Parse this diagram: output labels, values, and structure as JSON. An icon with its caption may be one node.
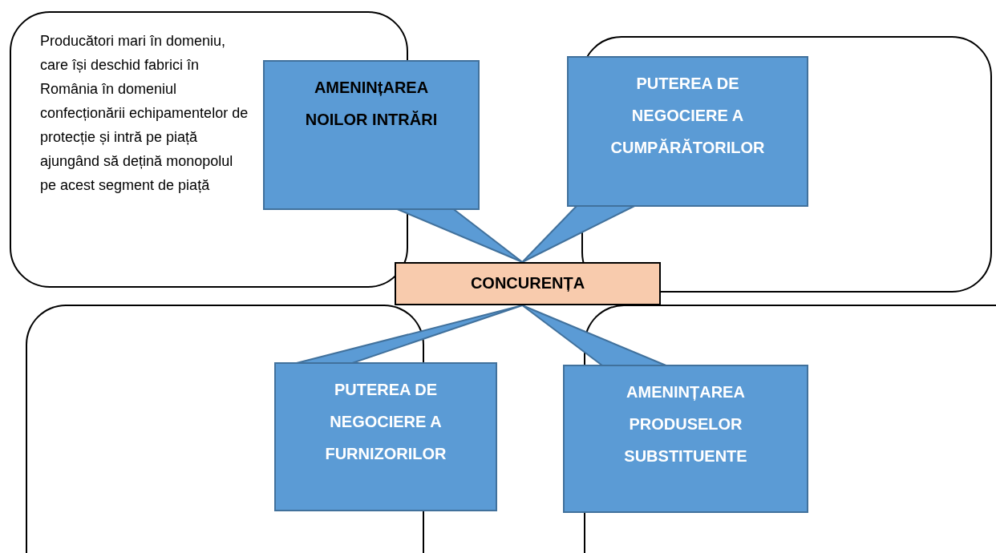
{
  "diagram": {
    "nodes": [
      {
        "text": [
          "Producători mari în domeniu, care își deschid fabrici în România în domeniul confecționării echipamentelor de protecție și intră pe piață ajungând să dețină monopolul pe acest segment de piață"
        ]
      },
      {
        "text": [
          "AMENINțAREA NOILOR INTRĂRI"
        ]
      },
      {
        "text": [],
        "shape": "box"
      },
      {
        "text": [
          "PUTEREA DE NEGOCIERE A CUMPĂRĂTORILOR"
        ]
      },
      {
        "text": [
          "CONCURENȚA"
        ]
      },
      {
        "text": [],
        "shape": "box"
      },
      {
        "text": [
          "PUTEREA DE NEGOCIERE A FURNIZORILOR"
        ]
      },
      {
        "text": [],
        "shape": "box"
      },
      {
        "text": [
          "AMENINȚAREA PRODUSELOR SUBSTITUENTE"
        ]
      }
    ],
    "edges": [
      {
        "from": 1,
        "to": 4,
        "arrow": "none"
      },
      {
        "from": 3,
        "to": 4,
        "arrow": "none"
      },
      {
        "from": 6,
        "to": 4,
        "arrow": "none"
      },
      {
        "from": 8,
        "to": 4,
        "arrow": "none"
      }
    ]
  }
}
